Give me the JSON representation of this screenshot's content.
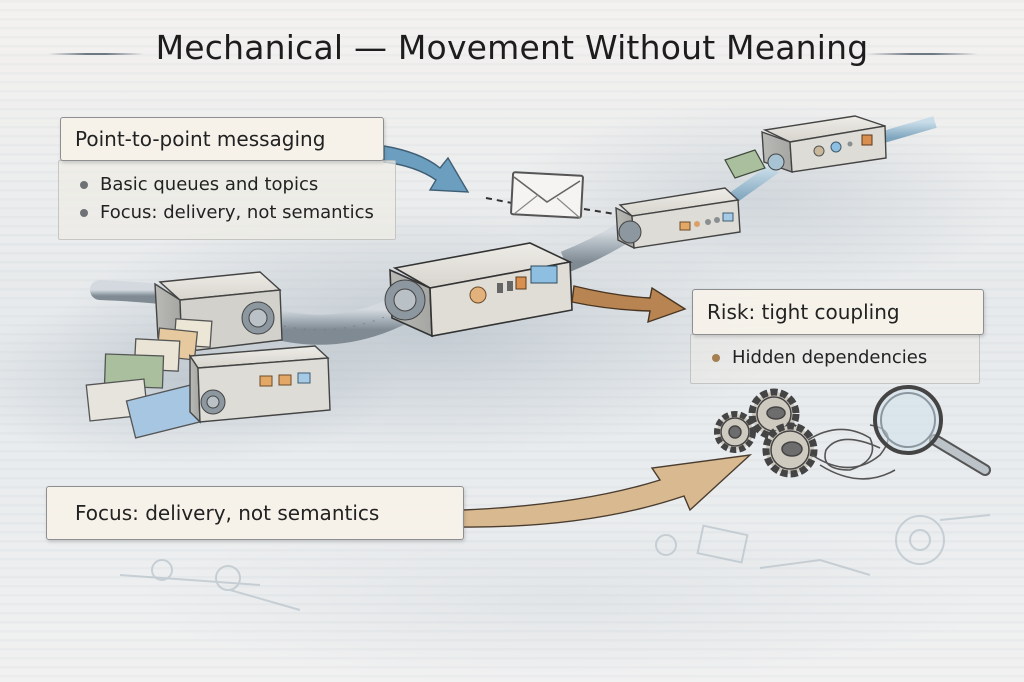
{
  "title": "Mechanical — Movement Without Meaning",
  "callouts": {
    "messaging": {
      "heading": "Point-to-point messaging",
      "bullets": [
        "Basic queues and topics",
        "Focus: delivery, not semantics"
      ],
      "bullet_color": "#6f7275"
    },
    "risk": {
      "heading": "Risk: tight coupling",
      "bullets": [
        "Hidden dependencies"
      ],
      "bullet_color": "#a57e52"
    },
    "focus": {
      "heading": "Focus:  delivery, not semantics"
    }
  },
  "illustration": {
    "icons": [
      "message-card-stack",
      "message-router-box",
      "pipe",
      "envelope-icon",
      "gear-icon",
      "tangled-wires",
      "magnifier-icon"
    ],
    "colors": {
      "blue_arrow": "#6c9ec0",
      "orange_arrow": "#b88552",
      "tan_arrow": "#d9b98f",
      "device_body": "#dcdad3",
      "pipe": "#a9b3bb",
      "accent_orange": "#d99a5a",
      "accent_blue": "#8fbfe0"
    }
  }
}
